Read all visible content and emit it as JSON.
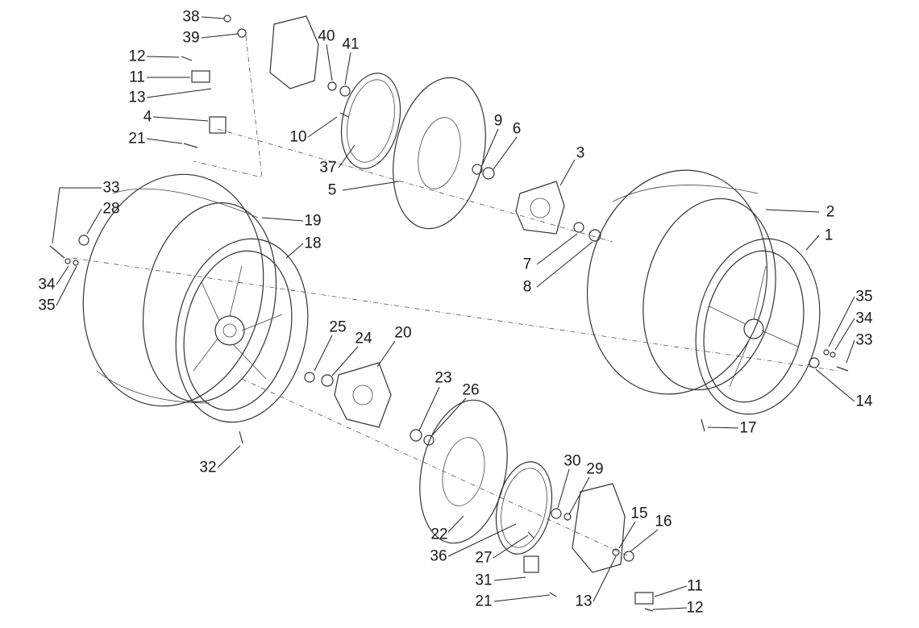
{
  "diagram": {
    "type": "exploded-parts-diagram",
    "callouts": [
      "38",
      "39",
      "40",
      "41",
      "12",
      "11",
      "13",
      "4",
      "21",
      "10",
      "37",
      "5",
      "9",
      "6",
      "3",
      "2",
      "1",
      "7",
      "8",
      "33",
      "28",
      "19",
      "18",
      "34",
      "35",
      "35",
      "34",
      "33",
      "14",
      "17",
      "25",
      "24",
      "20",
      "23",
      "26",
      "32",
      "30",
      "29",
      "22",
      "36",
      "27",
      "15",
      "16",
      "31",
      "21",
      "13",
      "11",
      "12"
    ]
  }
}
